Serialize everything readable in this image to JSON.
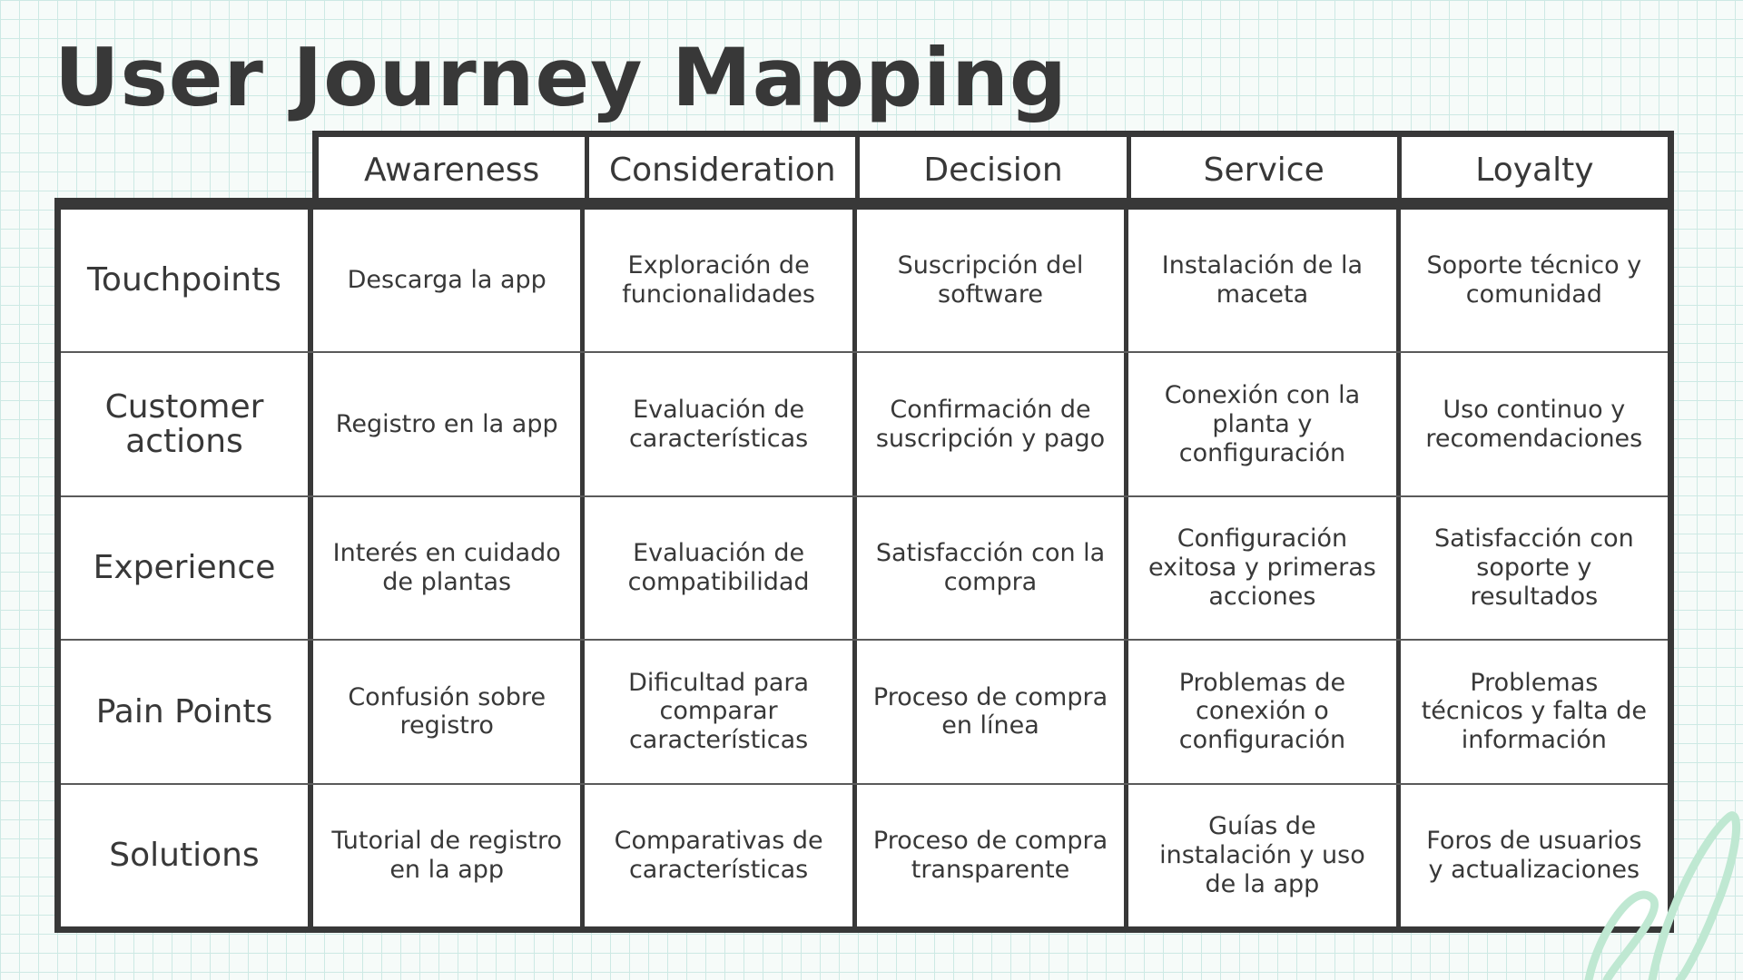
{
  "title": "User Journey Mapping",
  "stages": [
    "Awareness",
    "Consideration",
    "Decision",
    "Service",
    "Loyalty"
  ],
  "rows": [
    {
      "label": "Touchpoints",
      "cells": [
        "Descarga la app",
        "Exploración de funcionalidades",
        "Suscripción del software",
        "Instalación de la maceta",
        "Soporte técnico y comunidad"
      ]
    },
    {
      "label": "Customer actions",
      "cells": [
        "Registro en la app",
        "Evaluación de características",
        "Confirmación de suscripción y pago",
        "Conexión con la planta y configuración",
        "Uso continuo y recomendaciones"
      ]
    },
    {
      "label": "Experience",
      "cells": [
        "Interés en cuidado de plantas",
        "Evaluación de compatibilidad",
        "Satisfacción con la compra",
        "Configuración exitosa y primeras acciones",
        "Satisfacción con soporte y resultados"
      ]
    },
    {
      "label": "Pain Points",
      "cells": [
        "Confusión sobre registro",
        "Dificultad para comparar características",
        "Proceso de compra en línea",
        "Problemas de conexión o configuración",
        "Problemas técnicos y falta de información"
      ]
    },
    {
      "label": "Solutions",
      "cells": [
        "Tutorial de registro en la app",
        "Comparativas de características",
        "Proceso de compra transparente",
        "Guías de instalación y uso de la app",
        "Foros de usuarios y actualizaciones"
      ]
    }
  ],
  "colors": {
    "ink": "#383838",
    "grid_line": "#cde9e4",
    "background": "#f6fbf9",
    "accent_swoosh": "#bfe8d2"
  }
}
